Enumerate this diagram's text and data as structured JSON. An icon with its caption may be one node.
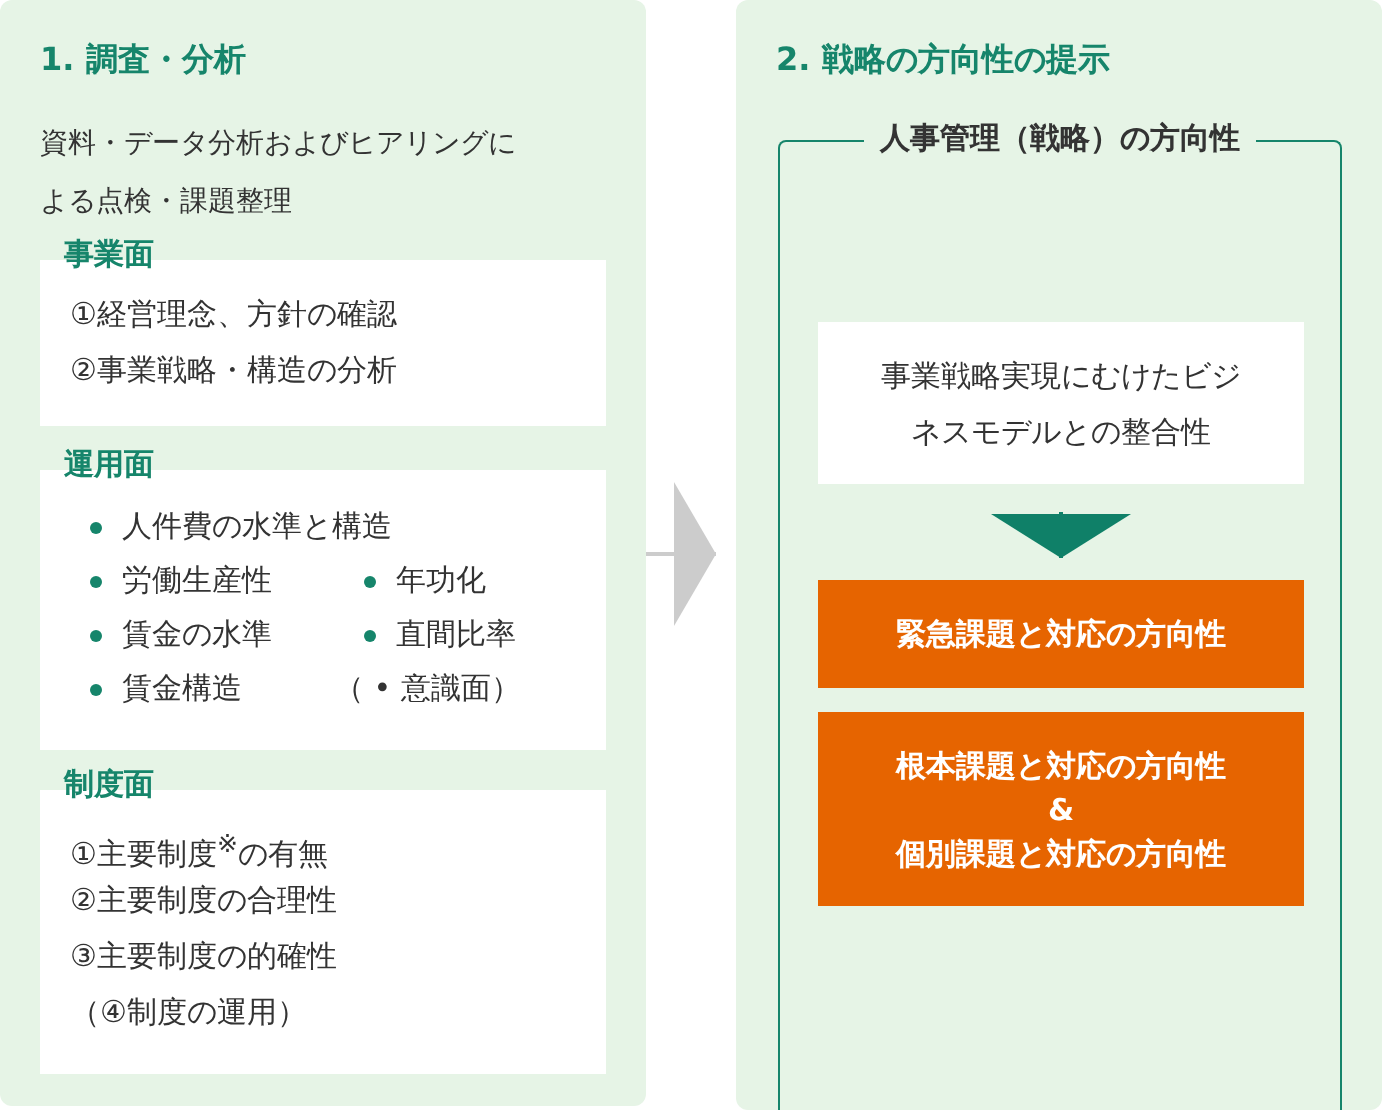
{
  "diagram": {
    "nodes": [
      {
        "text": [
          "1. 調査・分析",
          "資料・データ分析およびヒアリングによる点検・課題整理"
        ]
      },
      {
        "text": [
          "事業面",
          "①経営理念、方針の確認",
          "②事業戦略・構造の分析"
        ],
        "in": 0
      },
      {
        "text": [
          "運用面",
          "人件費の水準と構造",
          "労働生産性",
          "年功化",
          "賃金の水準",
          "直間比率",
          "賃金構造",
          "（ • 意識面）"
        ],
        "in": 0
      },
      {
        "text": [
          "制度面",
          "①主要制度$^{※}$の有無",
          "②主要制度の合理性",
          "③主要制度の的確性",
          "（④制度の運用）"
        ],
        "in": 0
      },
      {
        "text": [
          "2. 戦略の方向性の提示"
        ]
      },
      {
        "text": [
          "人事管理（戦略）の方向性"
        ],
        "in": 4
      },
      {
        "text": [
          "事業戦略実現にむけたビジネスモデルとの整合性"
        ],
        "in": 5
      },
      {
        "text": [
          "緊急課題と対応の方向性"
        ],
        "in": 5
      },
      {
        "text": [
          "根本課題と対応の方向性 & 個別課題と対応の方向性"
        ],
        "in": 5
      }
    ],
    "edges": [
      {
        "from": 0,
        "to": 4,
        "arrow": "to",
        "color": "#cccccc"
      },
      {
        "from": 6,
        "to": 7,
        "arrow": "to",
        "color": "#0f8068"
      }
    ]
  }
}
